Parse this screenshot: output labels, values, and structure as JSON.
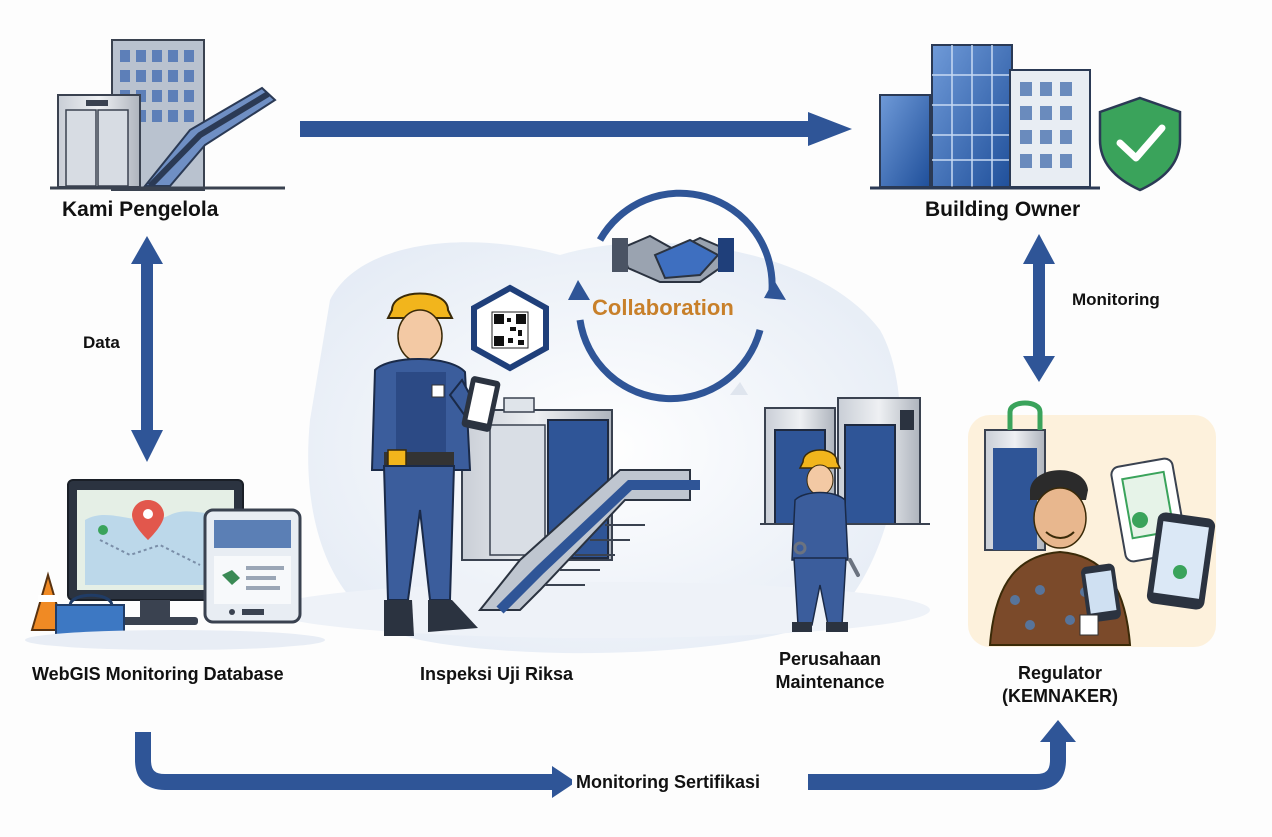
{
  "nodes": {
    "kami_pengelola": "Kami Pengelola",
    "building_owner": "Building Owner",
    "webgis": "WebGIS Monitoring Database",
    "inspeksi": "Inspeksi Uji Riksa",
    "perusahaan_line1": "Perusahaan",
    "perusahaan_line2": "Maintenance",
    "regulator_line1": "Regulator",
    "regulator_line2": "(KEMNAKER)"
  },
  "edges": {
    "data": "Data",
    "monitoring": "Monitoring",
    "monitoring_sertifikasi": "Monitoring Sertifikasi"
  },
  "center": {
    "collaboration": "Collaboration"
  },
  "colors": {
    "arrow": "#2f5597",
    "arrow_dark": "#1f3f7a",
    "collab_text": "#c8802a",
    "shield": "#3aa35b",
    "hardhat": "#f2b51c",
    "uniform": "#3b5d9c"
  },
  "icons": {
    "kami_pengelola": "building-with-escalator-icon",
    "building_owner": "office-buildings-with-shield-icon",
    "webgis": "monitor-map-tablet-icon",
    "inspector": "inspector-worker-with-phone-icon",
    "maintenance": "maintenance-worker-with-wrench-icon",
    "regulator": "regulator-with-certificate-phone-icon",
    "collaboration": "handshake-icon",
    "qr": "qr-code-icon"
  }
}
